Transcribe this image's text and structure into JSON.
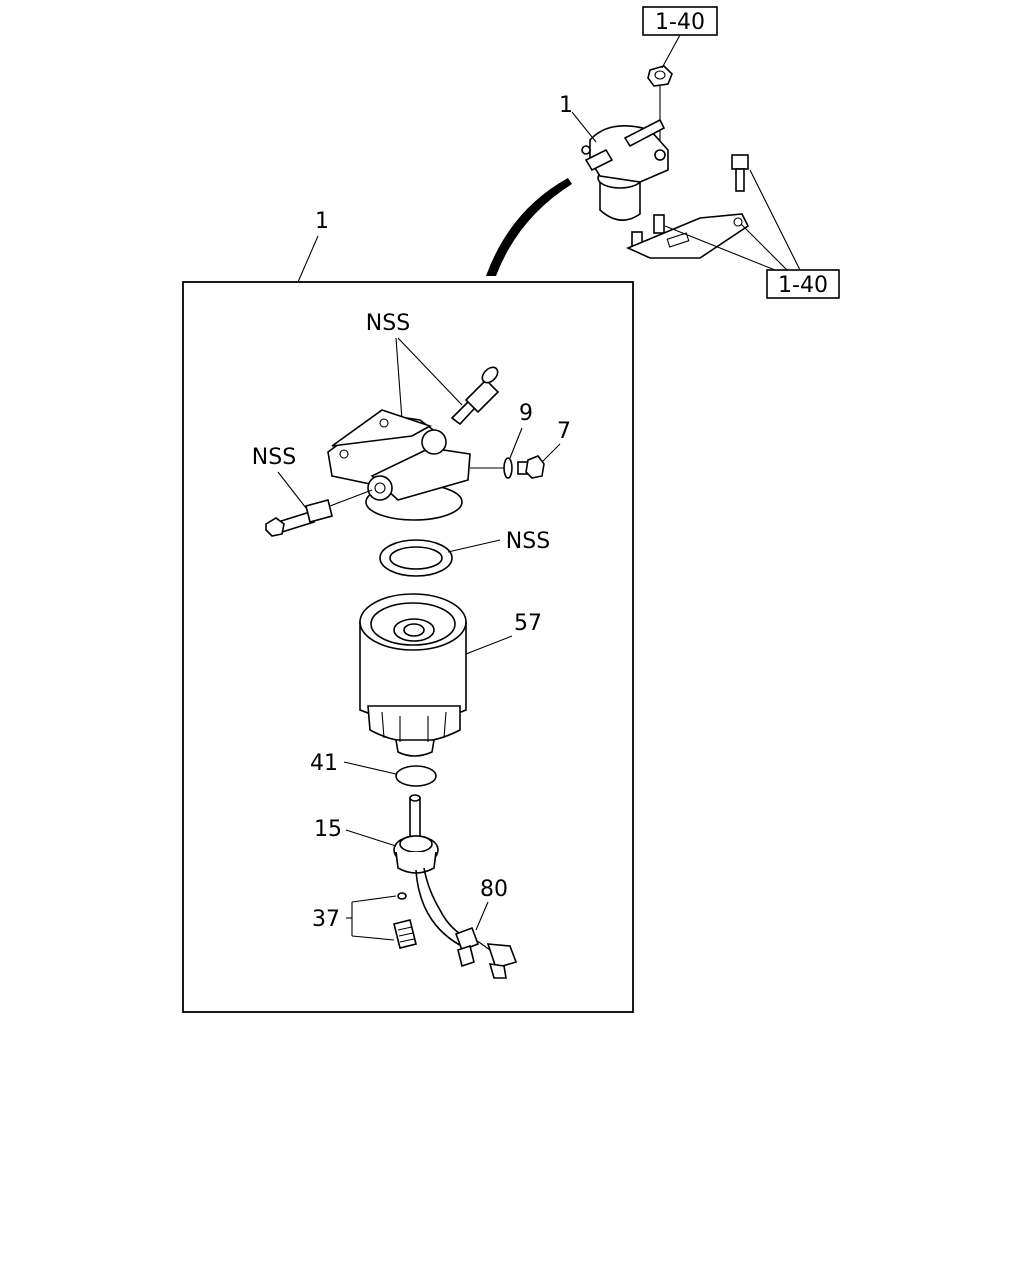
{
  "callouts": {
    "ref_top": "1-40",
    "ref_bracket": "1-40",
    "assembly_top": "1",
    "assembly_detail": "1",
    "nss_top": "NSS",
    "nss_left": "NSS",
    "nss_gasket": "NSS",
    "part_9": "9",
    "part_7": "7",
    "part_57": "57",
    "part_41": "41",
    "part_15": "15",
    "part_80": "80",
    "part_37": "37"
  }
}
